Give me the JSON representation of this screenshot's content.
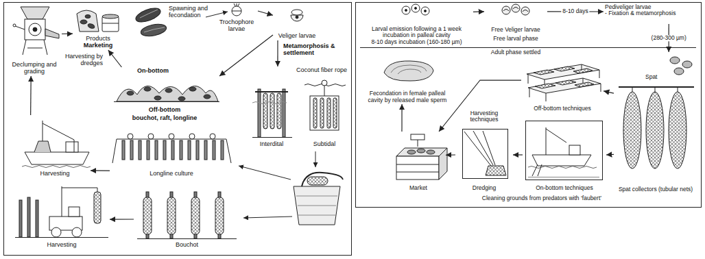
{
  "diagram": {
    "nodes": [
      {
        "text": [
          "Declumping and grading"
        ]
      },
      {
        "text": [
          "Products",
          "Marketing"
        ]
      },
      {
        "text": [
          "Trochophore larvae"
        ]
      },
      {
        "text": [
          "Veliger larvae"
        ]
      },
      {
        "text": [
          "On-bottom"
        ]
      },
      {
        "text": [
          "Coconut fiber rope"
        ]
      },
      {
        "text": [
          "Interdital"
        ],
        "in": 5
      },
      {
        "text": [
          "Subtidal"
        ],
        "in": 5
      },
      {
        "text": [
          "Harvesting"
        ]
      },
      {
        "text": [
          "Longline culture"
        ]
      },
      {
        "text": [
          "Bouchot"
        ]
      },
      {
        "text": [
          "Harvesting"
        ]
      },
      {
        "text": [
          "Larval emission following a 1 week incubation in palleal cavity",
          "8-10 days incubation (160-180 µm)"
        ]
      },
      {
        "text": [
          "Free Veliger larvae"
        ]
      },
      {
        "text": [
          "Pediveliger larvae",
          "- Fixation & metamorphosis"
        ]
      },
      {
        "text": [
          "Spat"
        ]
      },
      {
        "text": [
          "Spat collectors (tubular nets)"
        ]
      },
      {
        "text": [
          "Off-bottom techniques"
        ]
      },
      {
        "text": [
          "On-bottom techniques"
        ]
      },
      {
        "text": [
          "Harvesting techniques",
          "Dredging"
        ]
      },
      {
        "text": [
          "Market"
        ]
      },
      {
        "text": [
          "Fecondation in female palleal cavity by released male sperm"
        ]
      }
    ],
    "edges": [
      {
        "from": 8,
        "to": 0,
        "arrow": "to"
      },
      {
        "from": 0,
        "to": 1,
        "arrow": "to"
      },
      {
        "from": 4,
        "to": 1,
        "label": "Harvesting by dredges",
        "arrow": "to"
      },
      {
        "from": 2,
        "to": 3,
        "arrow": "to"
      },
      {
        "from": 3,
        "to": 4,
        "arrow": "to"
      },
      {
        "from": 3,
        "to": 5,
        "arrow": "to"
      },
      {
        "from": 9,
        "to": 8,
        "arrow": "to"
      },
      {
        "from": 10,
        "to": 11,
        "arrow": "to"
      },
      {
        "from": 12,
        "to": 13,
        "arrow": "to"
      },
      {
        "from": 13,
        "to": 14,
        "label": "8-10 days",
        "arrow": "to"
      },
      {
        "from": 14,
        "to": 15,
        "label": "(280-300 µm)",
        "arrow": "to"
      },
      {
        "from": 16,
        "to": 17,
        "arrow": "to"
      },
      {
        "from": 16,
        "to": 18,
        "arrow": "to"
      },
      {
        "from": 18,
        "to": 19,
        "arrow": "to"
      },
      {
        "from": 19,
        "to": 20,
        "arrow": "to"
      },
      {
        "from": 17,
        "to": 20,
        "arrow": "to"
      },
      {
        "from": 20,
        "to": 21,
        "arrow": "to"
      }
    ],
    "labels": [
      "Spawning and fecondation",
      "Metamorphosis & settlement",
      "Off-bottom",
      "bouchot, raft, longline",
      "Free larval phase",
      "Adult phase settled",
      "Cleaning grounds from predators with ‘faubert’"
    ]
  }
}
